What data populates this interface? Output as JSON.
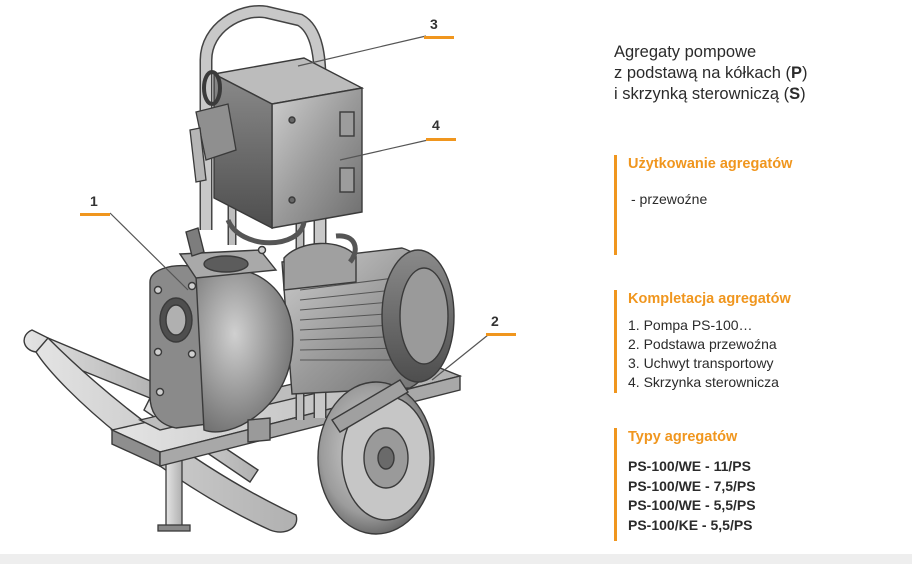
{
  "theme": {
    "accent": "#f0961e",
    "text": "#2b2b2b",
    "line": "#555555"
  },
  "callouts": [
    {
      "number": "1"
    },
    {
      "number": "2"
    },
    {
      "number": "3"
    },
    {
      "number": "4"
    }
  ],
  "heading": {
    "line1": "Agregaty pompowe",
    "line2_prefix": "z podstawą na kółkach (",
    "line2_bold": "P",
    "line2_suffix": ")",
    "line3_prefix": "i skrzynką sterowniczą (",
    "line3_bold": "S",
    "line3_suffix": ")"
  },
  "sections": {
    "usage": {
      "title": "Użytkowanie agregatów",
      "items": [
        "- przewoźne"
      ]
    },
    "kit": {
      "title": "Kompletacja agregatów",
      "items": [
        "1. Pompa  PS-100…",
        "2. Podstawa przewoźna",
        "3. Uchwyt transportowy",
        "4. Skrzynka sterownicza"
      ]
    },
    "types": {
      "title": "Typy agregatów",
      "items": [
        "PS-100/WE - 11/PS",
        "PS-100/WE - 7,5/PS",
        "PS-100/WE - 5,5/PS",
        "PS-100/KE - 5,5/PS"
      ]
    }
  }
}
